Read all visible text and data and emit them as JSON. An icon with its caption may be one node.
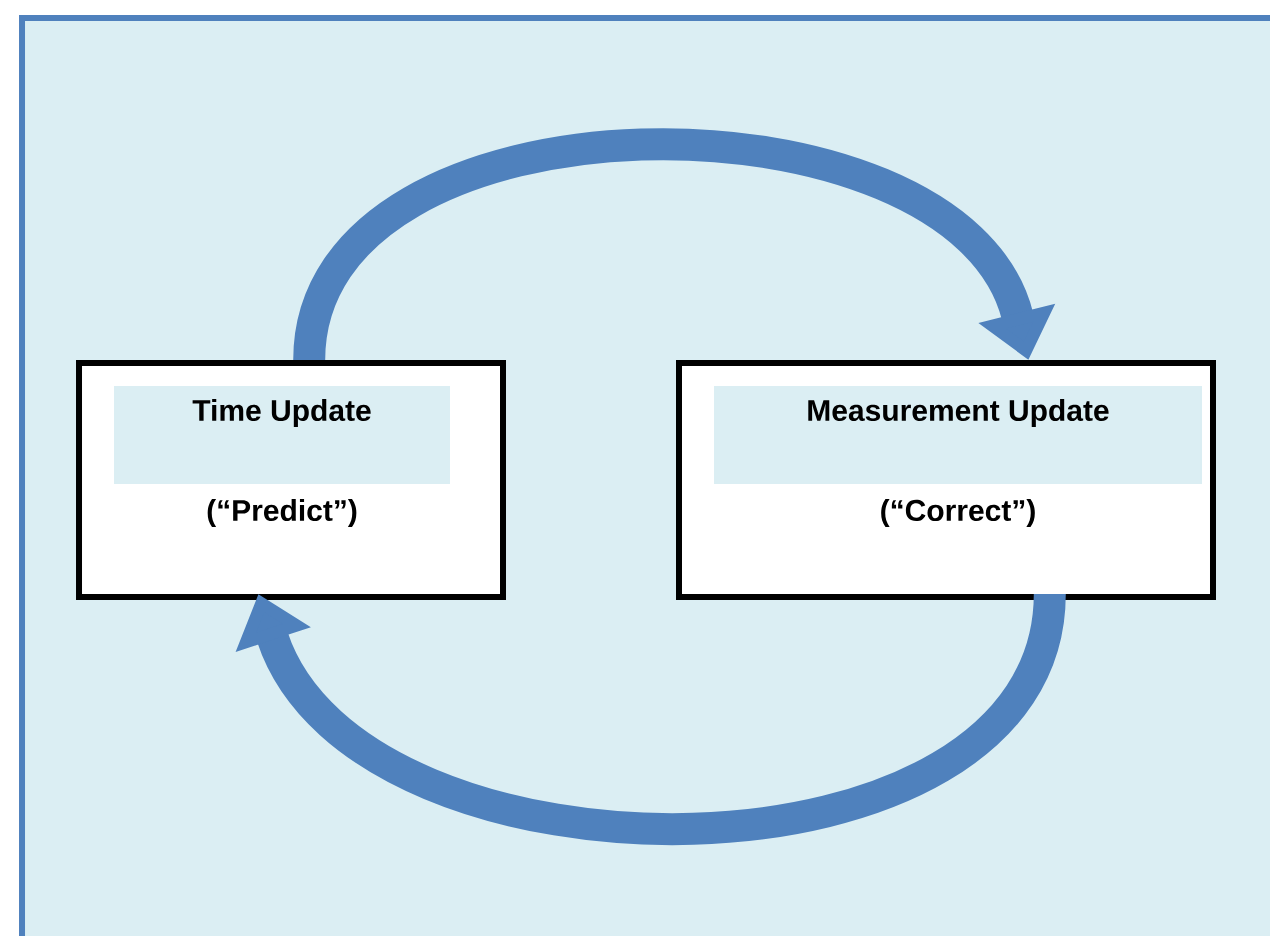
{
  "diagram": {
    "nodes": [
      {
        "text": [
          "Time Update",
          "(“Predict”)"
        ]
      },
      {
        "text": [
          "Measurement Update",
          "(“Correct”)"
        ]
      }
    ],
    "edges": [
      {
        "from": 0,
        "to": 1,
        "arrow": "to"
      },
      {
        "from": 1,
        "to": 0,
        "arrow": "to"
      }
    ]
  }
}
